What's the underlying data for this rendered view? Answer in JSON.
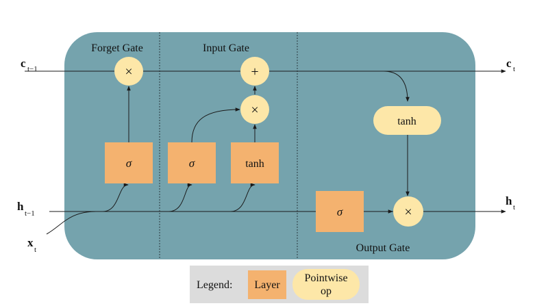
{
  "colors": {
    "cell_background": "#75a3ad",
    "layer_fill": "#f4b26f",
    "pointwise_fill": "#fde7a8",
    "legend_background": "#dcdcdc",
    "line": "#1a1a1a"
  },
  "gates": {
    "forget": "Forget Gate",
    "input": "Input Gate",
    "output": "Output Gate"
  },
  "layers": {
    "forget_sigma": "σ",
    "input_sigma": "σ",
    "input_tanh": "tanh",
    "output_sigma": "σ",
    "cell_tanh": "tanh"
  },
  "ops": {
    "forget_multiply": "×",
    "input_add": "+",
    "input_multiply": "×",
    "output_multiply": "×"
  },
  "variables": {
    "c_prev": {
      "main": "c",
      "sub": "t−1"
    },
    "c_next": {
      "main": "c",
      "sub": "t"
    },
    "h_prev": {
      "main": "h",
      "sub": "t−1"
    },
    "h_next": {
      "main": "h",
      "sub": "t"
    },
    "x": {
      "main": "x",
      "sub": "t"
    }
  },
  "legend": {
    "title": "Legend:",
    "layer": "Layer",
    "pointwise_line1": "Pointwise",
    "pointwise_line2": "op"
  }
}
